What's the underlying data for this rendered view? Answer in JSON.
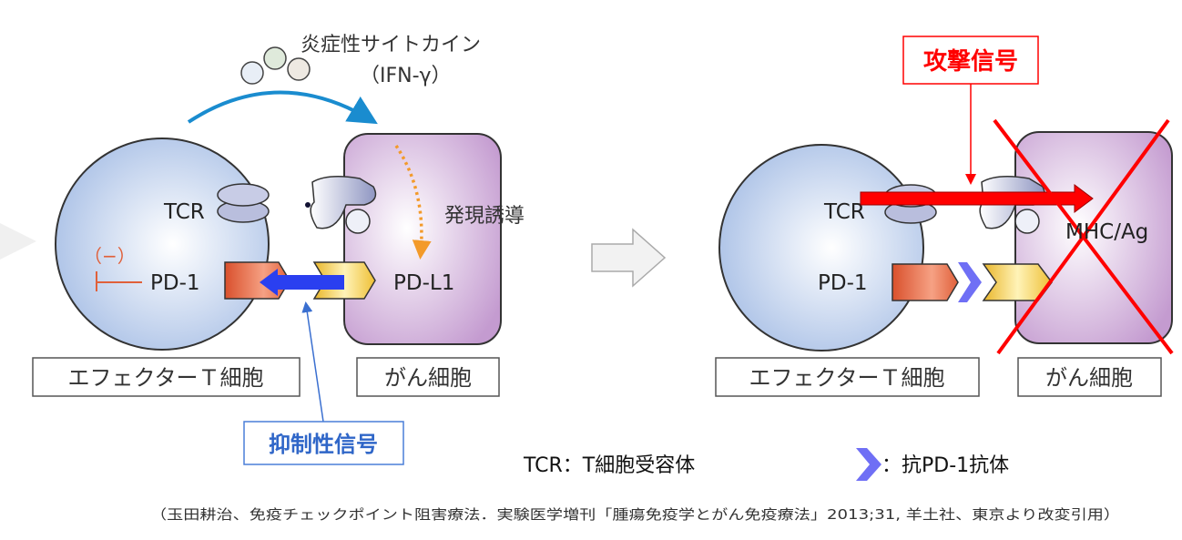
{
  "left_panel": {
    "cytokine_label": "炎症性サイトカイン",
    "cytokine_sub": "（IFN-γ）",
    "tcr_label": "TCR",
    "pd1_label": "PD-1",
    "minus_label": "（−）",
    "pdl1_label": "PD-L1",
    "induction_label": "発現誘導",
    "effector_label": "エフェクターＴ細胞",
    "cancer_label": "がん細胞",
    "inhibitory_label": "抑制性信号"
  },
  "right_panel": {
    "attack_label": "攻撃信号",
    "tcr_label": "TCR",
    "mhc_label": "MHC/Ag",
    "pd1_label": "PD-1",
    "effector_label": "エフェクターＴ細胞",
    "cancer_label": "がん細胞"
  },
  "legend": {
    "tcr_def": "TCR：T細胞受容体",
    "antibody_def": "：抗PD-1抗体"
  },
  "citation": "（玉田耕治、免疫チェックポイント阻害療法．実験医学増刊「腫瘍免疫学とがん免疫療法」2013;31, 羊土社、東京より改変引用）",
  "colors": {
    "t_cell": "#b4c8e8",
    "cancer_cell": "#c9a6d4",
    "pd1": "#e0603a",
    "pdl1": "#efc43c",
    "inhibitory": "#2a3ff0",
    "attack": "#ff0000",
    "antibody": "#6f6ff5"
  }
}
